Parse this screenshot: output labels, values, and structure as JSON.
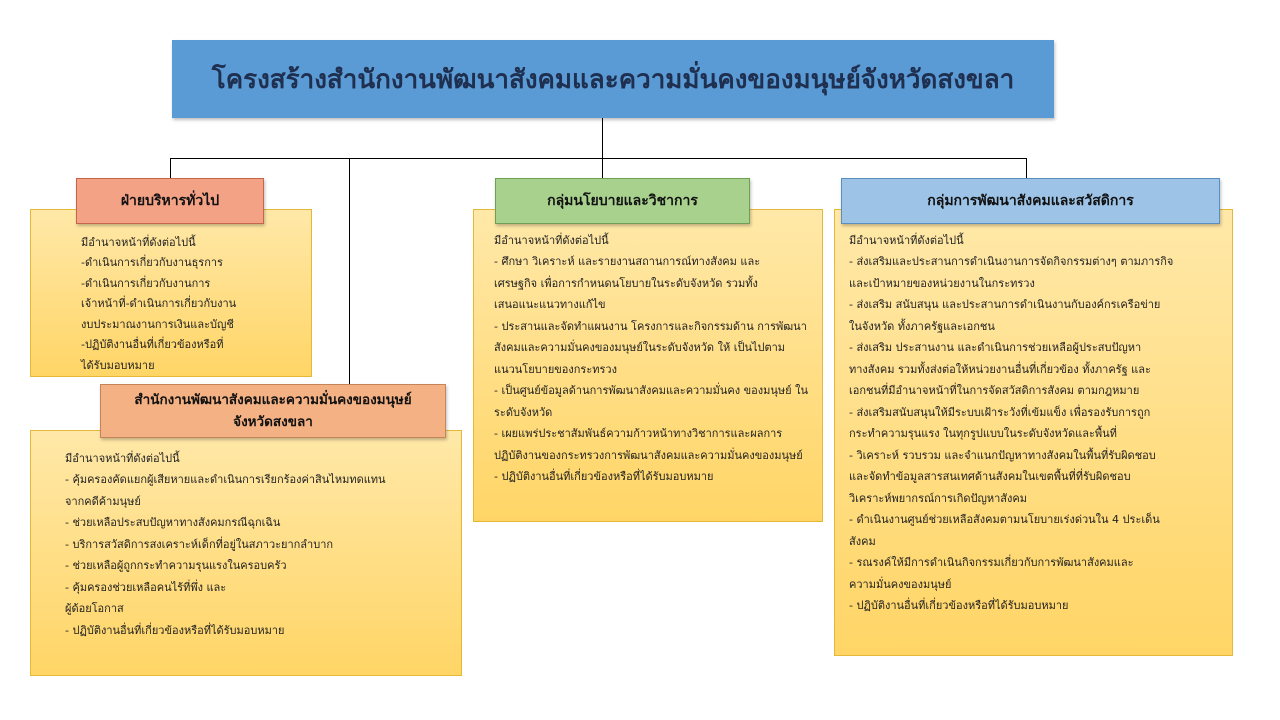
{
  "title": "โครงสร้างสำนักงานพัฒนาสังคมและความมั่นคงของมนุษย์จังหวัดสงขลา",
  "admin": {
    "header": "ฝ่ายบริหารทั่วไป",
    "intro": "มีอำนาจหน้าที่ดังต่อไปนี้",
    "items": [
      "-ดำเนินการเกี่ยวกับงานธุรการ",
      "-ดำเนินการเกี่ยวกับงานการ\nเจ้าหน้าที่-ดำเนินการเกี่ยวกับงาน\nงบประมาณงานการเงินและบัญชี",
      "-ปฏิบัติงานอื่นที่เกี่ยวข้องหรือที่\nได้รับมอบหมาย"
    ]
  },
  "office": {
    "header_line1": "สำนักงานพัฒนาสังคมและความมั่นคงของมนุษย์",
    "header_line2": "จังหวัดสงขลา",
    "intro": "มีอำนาจหน้าที่ดังต่อไปนี้",
    "items": [
      "- คุ้มครองคัดแยกผู้เสียหายและดำเนินการเรียกร้องค่าสินไหมทดแทน\n  จากคดีค้ามนุษย์",
      "- ช่วยเหลือประสบปัญหาทางสังคมกรณีฉุกเฉิน",
      "- บริการสวัสดิการสงเคราะห์เด็กที่อยู่ในสภาวะยากลำบาก",
      "- ช่วยเหลือผู้ถูกกระทำความรุนแรงในครอบครัว",
      "-  คุ้มครองช่วยเหลือคนไร้ที่พึ่ง และ\n  ผู้ด้อยโอกาส",
      "- ปฏิบัติงานอื่นที่เกี่ยวข้องหรือที่ได้รับมอบหมาย"
    ]
  },
  "policy": {
    "header": "กลุ่มนโยบายและวิชาการ",
    "intro": "มีอำนาจหน้าที่ดังต่อไปนี้",
    "items": [
      "  - ศึกษา วิเคราะห์ และรายงานสถานการณ์ทางสังคม และ\nเศรษฐกิจ เพื่อการกำหนดนโยบายในระดับจังหวัด รวมทั้ง\nเสนอแนะแนวทางแก้ไข",
      "- ประสานและจัดทำแผนงาน โครงการและกิจกรรมด้าน การพัฒนา\nสังคมและความมั่นคงของมนุษย์ในระดับจังหวัด ให้ เป็นไปตาม\nแนวนโยบายของกระทรวง",
      "- เป็นศูนย์ข้อมูลด้านการพัฒนาสังคมและความมั่นคง ของมนุษย์ ใน\nระดับจังหวัด",
      "- เผยแพร่ประชาสัมพันธ์ความก้าวหน้าทางวิชาการและผลการ\nปฏิบัติงานของกระทรวงการพัฒนาสังคมและความมั่นคงของมนุษย์",
      "- ปฏิบัติงานอื่นที่เกี่ยวข้องหรือที่ได้รับมอบหมาย"
    ]
  },
  "social": {
    "header": "กลุ่มการพัฒนาสังคมและสวัสดิการ",
    "intro": "มีอำนาจหน้าที่ดังต่อไปนี้",
    "items": [
      "- ส่งเสริมและประสานการดำเนินงานการจัดกิจกรรมต่างๆ ตามภารกิจ\nและเป้าหมายของหน่วยงานในกระทรวง",
      "- ส่งเสริม สนับสนุน และประสานการดำเนินงานกับองค์กรเครือข่าย\nในจังหวัด ทั้งภาครัฐและเอกชน",
      "- ส่งเสริม ประสานงาน และดำเนินการช่วยเหลือผู้ประสบปัญหา\nทางสังคม รวมทั้งส่งต่อให้หน่วยงานอื่นที่เกี่ยวข้อง ทั้งภาครัฐ และ\nเอกชนที่มีอำนาจหน้าที่ในการจัดสวัสดิการสังคม ตามกฎหมาย",
      "- ส่งเสริมสนับสนุนให้มีระบบเฝ้าระวังที่เข้มแข็ง เพื่อรองรับการถูก\nกระทำความรุนแรง ในทุกรูปแบบในระดับจังหวัดและพื้นที่",
      "- วิเคราะห์ รวบรวม และจำแนกปัญหาทางสังคมในพื้นที่รับผิดชอบ\nและจัดทำข้อมูลสารสนเทศด้านสังคมในเขตพื้นที่ที่รับผิดชอบ\nวิเคราะห์พยากรณ์การเกิดปัญหาสังคม",
      "- ดำเนินงานศูนย์ช่วยเหลือสังคมตามนโยบายเร่งด่วนใน 4 ประเด็น\nสังคม",
      "- รณรงค์ให้มีการดำเนินกิจกรรมเกี่ยวกับการพัฒนาสังคมและ\nความมั่นคงของมนุษย์",
      "- ปฏิบัติงานอื่นที่เกี่ยวข้องหรือที่ได้รับมอบหมาย"
    ]
  }
}
